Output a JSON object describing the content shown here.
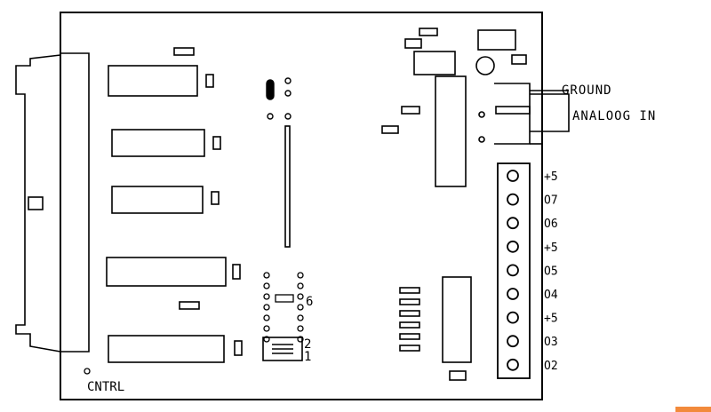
{
  "labels": {
    "ground": "GROUND",
    "analog_in": "ANALOOG IN",
    "cntrl": "CNTRL",
    "dip_6": "6",
    "dip_2": "2",
    "dip_1": "1"
  },
  "terminal_pins": [
    "+5",
    "O7",
    "O6",
    "+5",
    "O5",
    "O4",
    "+5",
    "O3",
    "O2"
  ],
  "colors": {
    "ink": "#000000",
    "paper": "#ffffff",
    "corner_accent": "#f28a3c"
  }
}
